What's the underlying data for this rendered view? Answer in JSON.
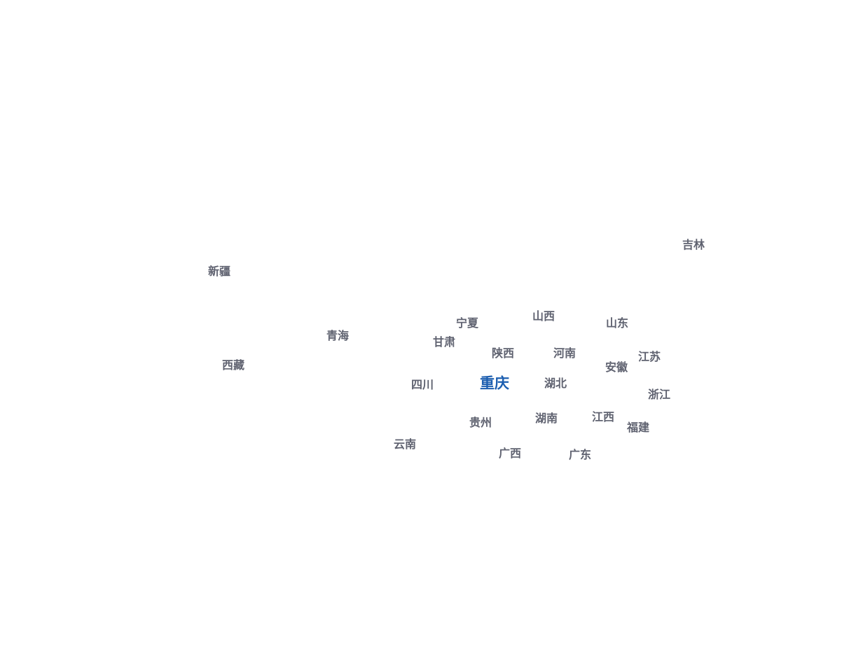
{
  "map": {
    "highlight_color": "#1d5fb0",
    "label_color": "#5f6270",
    "provinces": {
      "jilin": "吉林",
      "xinjiang": "新疆",
      "shanxi": "山西",
      "ningxia": "宁夏",
      "shandong": "山东",
      "qinghai": "青海",
      "gansu": "甘肃",
      "shaanxi": "陕西",
      "henan": "河南",
      "jiangsu": "江苏",
      "xizang": "西藏",
      "anhui": "安徽",
      "sichuan": "四川",
      "chongqing": "重庆",
      "hubei": "湖北",
      "zhejiang": "浙江",
      "jiangxi": "江西",
      "hunan": "湖南",
      "guizhou": "贵州",
      "fujian": "福建",
      "yunnan": "云南",
      "guangxi": "广西",
      "guangdong": "广东"
    }
  }
}
